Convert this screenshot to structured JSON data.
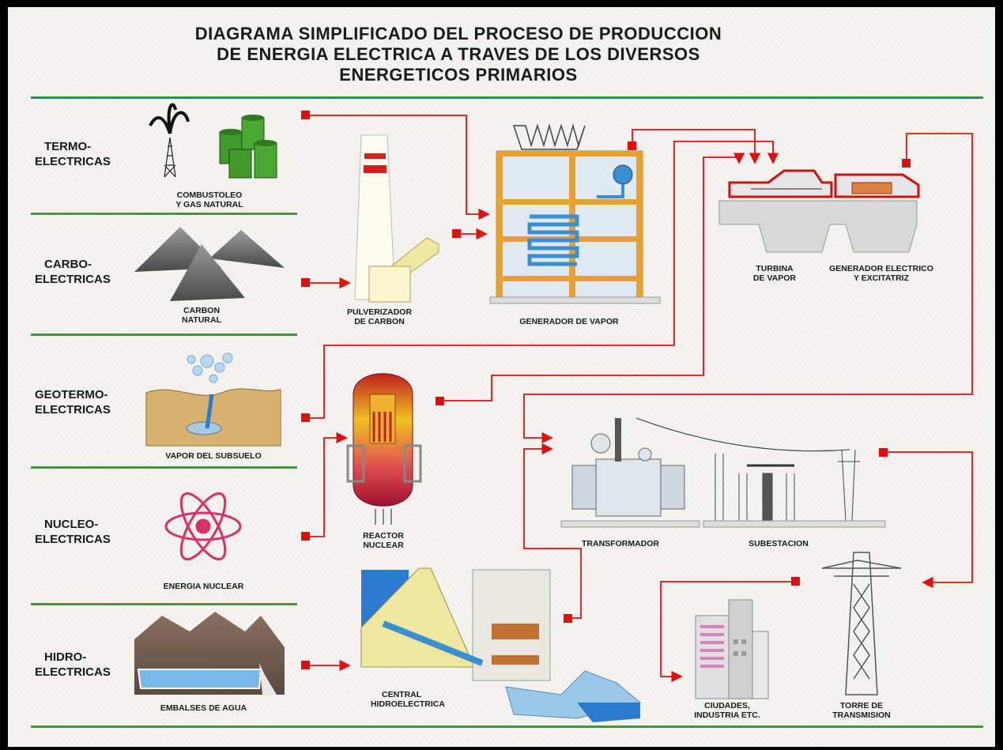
{
  "title": {
    "line1": "DIAGRAMA SIMPLIFICADO DEL PROCESO DE PRODUCCION",
    "line2": "DE ENERGIA ELECTRICA A TRAVES DE LOS DIVERSOS",
    "line3": "ENERGETICOS PRIMARIOS"
  },
  "categories": [
    {
      "line1": "TERMO-",
      "line2": "ELECTRICAS"
    },
    {
      "line1": "CARBO-",
      "line2": "ELECTRICAS"
    },
    {
      "line1": "GEOTERMO-",
      "line2": "ELECTRICAS"
    },
    {
      "line1": "NUCLEO-",
      "line2": "ELECTRICAS"
    },
    {
      "line1": "HIDRO-",
      "line2": "ELECTRICAS"
    }
  ],
  "sources": {
    "combustoleo": {
      "line1": "COMBUSTOLEO",
      "line2": "Y GAS NATURAL"
    },
    "carbon": {
      "line1": "CARBON",
      "line2": "NATURAL"
    },
    "vapor_subsuelo": {
      "line1": "VAPOR DEL SUBSUELO"
    },
    "energia_nuclear": {
      "line1": "ENERGIA NUCLEAR"
    },
    "embalses": {
      "line1": "EMBALSES DE AGUA"
    }
  },
  "components": {
    "pulverizador": {
      "line1": "PULVERIZADOR",
      "line2": "DE CARBON"
    },
    "generador_vapor": {
      "line1": "GENERADOR DE VAPOR"
    },
    "turbina": {
      "line1": "TURBINA",
      "line2": "DE VAPOR"
    },
    "generador_electrico": {
      "line1": "GENERADOR ELECTRICO",
      "line2": "Y  EXCITATRIZ"
    },
    "reactor": {
      "line1": "REACTOR",
      "line2": "NUCLEAR"
    },
    "central_hidro": {
      "line1": "CENTRAL",
      "line2": "HIDROELECTRICA"
    },
    "transformador": {
      "line1": "TRANSFORMADOR"
    },
    "subestacion": {
      "line1": "SUBESTACION"
    },
    "ciudades": {
      "line1": "CIUDADES,",
      "line2": "INDUSTRIA ETC."
    },
    "torre": {
      "line1": "TORRE DE",
      "line2": "TRANSMISION"
    }
  },
  "colors": {
    "flow": "#e01010",
    "divider": "#3d9a3a",
    "frame": "#e8a030",
    "water": "#3a8fd0"
  }
}
